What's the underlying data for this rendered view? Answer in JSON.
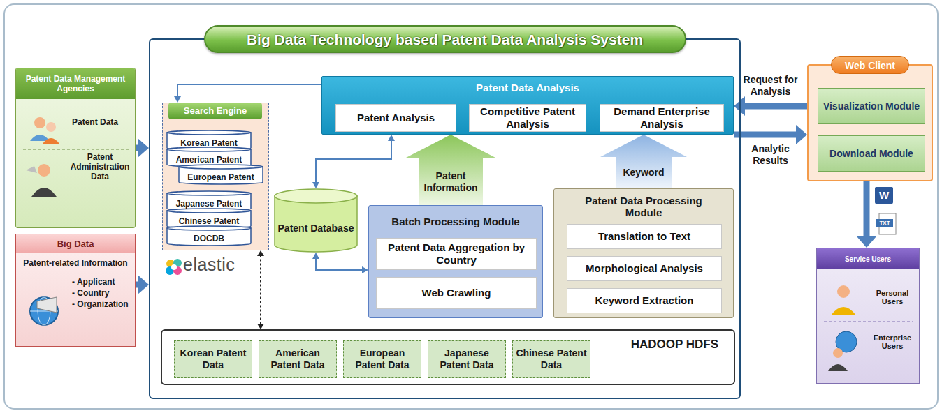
{
  "diagram": {
    "nodes": [
      {
        "text": [
          "Big Data Technology based Patent Data Analysis System"
        ]
      },
      {
        "text": [
          "Patent Data Management Agencies",
          "Patent Data",
          "Patent Administration Data"
        ]
      },
      {
        "text": [
          "Big Data",
          "Patent-related Information",
          "- Applicant",
          "- Country",
          "- Organization"
        ]
      },
      {
        "text": [
          "Search Engine"
        ],
        "in": 0
      },
      {
        "text": [
          "Korean Patent"
        ],
        "in": 3
      },
      {
        "text": [
          "American Patent"
        ],
        "in": 3
      },
      {
        "text": [
          "European Patent"
        ],
        "in": 3
      },
      {
        "text": [
          "Japanese Patent"
        ],
        "in": 3
      },
      {
        "text": [
          "Chinese Patent"
        ],
        "in": 3
      },
      {
        "text": [
          "DOCDB"
        ],
        "in": 3
      },
      {
        "text": [
          "Patent Data Analysis"
        ],
        "in": 0
      },
      {
        "text": [
          "Patent Analysis"
        ],
        "in": 10
      },
      {
        "text": [
          "Competitive Patent Analysis"
        ],
        "in": 10
      },
      {
        "text": [
          "Demand Enterprise Analysis"
        ],
        "in": 10
      },
      {
        "text": [
          "Patent Database"
        ],
        "in": 0
      },
      {
        "text": [
          "Batch Processing Module"
        ],
        "in": 0
      },
      {
        "text": [
          "Patent Data Aggregation by Country"
        ],
        "in": 15
      },
      {
        "text": [
          "Web Crawling"
        ],
        "in": 15
      },
      {
        "text": [
          "Patent Data Processing Module"
        ],
        "in": 0
      },
      {
        "text": [
          "Translation to Text"
        ],
        "in": 18
      },
      {
        "text": [
          "Morphological Analysis"
        ],
        "in": 18
      },
      {
        "text": [
          "Keyword Extraction"
        ],
        "in": 18
      },
      {
        "text": [
          "HADOOP HDFS"
        ],
        "in": 0
      },
      {
        "text": [
          "Korean Patent Data"
        ],
        "in": 22
      },
      {
        "text": [
          "American Patent Data"
        ],
        "in": 22
      },
      {
        "text": [
          "European Patent Data"
        ],
        "in": 22
      },
      {
        "text": [
          "Japanese Patent Data"
        ],
        "in": 22
      },
      {
        "text": [
          "Chinese Patent Data"
        ],
        "in": 22
      },
      {
        "text": [
          "Web Client"
        ]
      },
      {
        "text": [
          "Visualization Module"
        ],
        "in": 28
      },
      {
        "text": [
          "Download Module"
        ],
        "in": 28
      },
      {
        "text": [
          "Service Users",
          "Personal Users",
          "Enterprise Users"
        ]
      }
    ],
    "edges": [
      {
        "from": 1,
        "to": 0,
        "arrow": "to"
      },
      {
        "from": 2,
        "to": 0,
        "arrow": "to"
      },
      {
        "from": 10,
        "to": 3,
        "arrow": "to"
      },
      {
        "from": 14,
        "to": 10,
        "arrow": "both"
      },
      {
        "from": 14,
        "to": 15,
        "arrow": "both"
      },
      {
        "from": 3,
        "to": 22,
        "arrow": "both"
      },
      {
        "from": 15,
        "to": 10,
        "arrow": "to",
        "label": "Patent Information"
      },
      {
        "from": 18,
        "to": 10,
        "arrow": "to",
        "label": "Keyword"
      },
      {
        "from": 28,
        "to": 10,
        "arrow": "to",
        "label": "Request for Analysis"
      },
      {
        "from": 10,
        "to": 28,
        "arrow": "to",
        "label": "Analytic Results"
      },
      {
        "from": 28,
        "to": 31,
        "arrow": "to"
      }
    ],
    "labels": [
      "elastic",
      "W",
      "TXT"
    ]
  }
}
